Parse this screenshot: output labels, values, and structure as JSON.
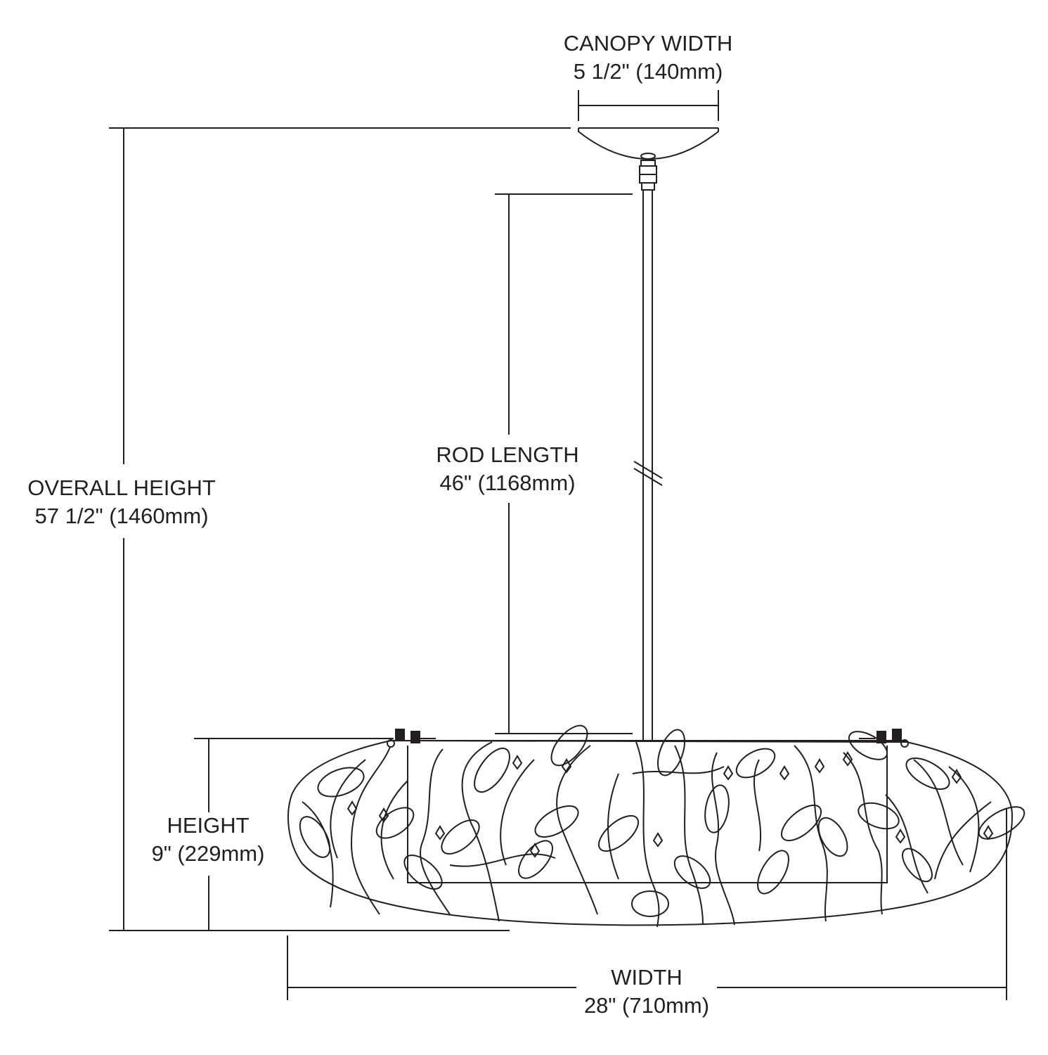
{
  "dimensions": {
    "canopy_width": {
      "label": "CANOPY WIDTH",
      "value": "5 1/2\" (140mm)"
    },
    "rod_length": {
      "label": "ROD LENGTH",
      "value": "46\" (1168mm)"
    },
    "overall_height": {
      "label": "OVERALL HEIGHT",
      "value": "57 1/2\" (1460mm)"
    },
    "height": {
      "label": "HEIGHT",
      "value": "9\" (229mm)"
    },
    "width": {
      "label": "WIDTH",
      "value": "28\" (710mm)"
    }
  },
  "colors": {
    "line": "#231f20",
    "background": "#ffffff"
  }
}
